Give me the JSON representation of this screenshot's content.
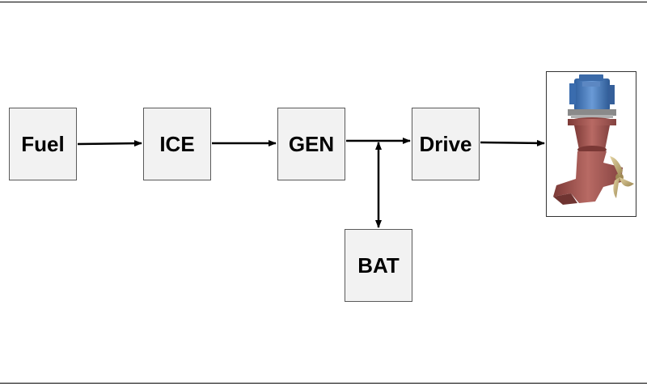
{
  "diagram": {
    "blocks": {
      "fuel": "Fuel",
      "ice": "ICE",
      "gen": "GEN",
      "drive": "Drive",
      "bat": "BAT"
    },
    "image": {
      "icon": "azimuth-thruster-icon"
    },
    "colors": {
      "block_fill": "#f2f2f2",
      "motor_blue": "#4a7fc1",
      "hull_red": "#a0524e",
      "propeller_gold": "#c8b27a"
    }
  }
}
